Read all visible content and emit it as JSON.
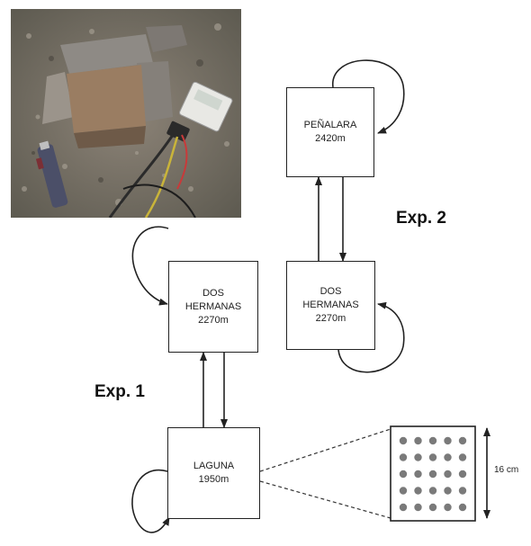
{
  "experiments": {
    "exp1_label": "Exp. 1",
    "exp2_label": "Exp. 2"
  },
  "nodes": {
    "penalara": {
      "name": "PEÑALARA",
      "elevation": "2420m"
    },
    "dos_hermanas_exp1": {
      "name_line1": "DOS",
      "name_line2": "HERMANAS",
      "elevation": "2270m"
    },
    "dos_hermanas_exp2": {
      "name_line1": "DOS",
      "name_line2": "HERMANAS",
      "elevation": "2270m"
    },
    "laguna": {
      "name": "LAGUNA",
      "elevation": "1950m"
    }
  },
  "grid": {
    "rows": 5,
    "cols": 5,
    "size_label": "16 cm"
  },
  "photo": {
    "subject": "field plot with stones, soil probe and data logger"
  },
  "colors": {
    "line": "#222222",
    "dot": "#7a7a7a",
    "border": "#222222"
  }
}
